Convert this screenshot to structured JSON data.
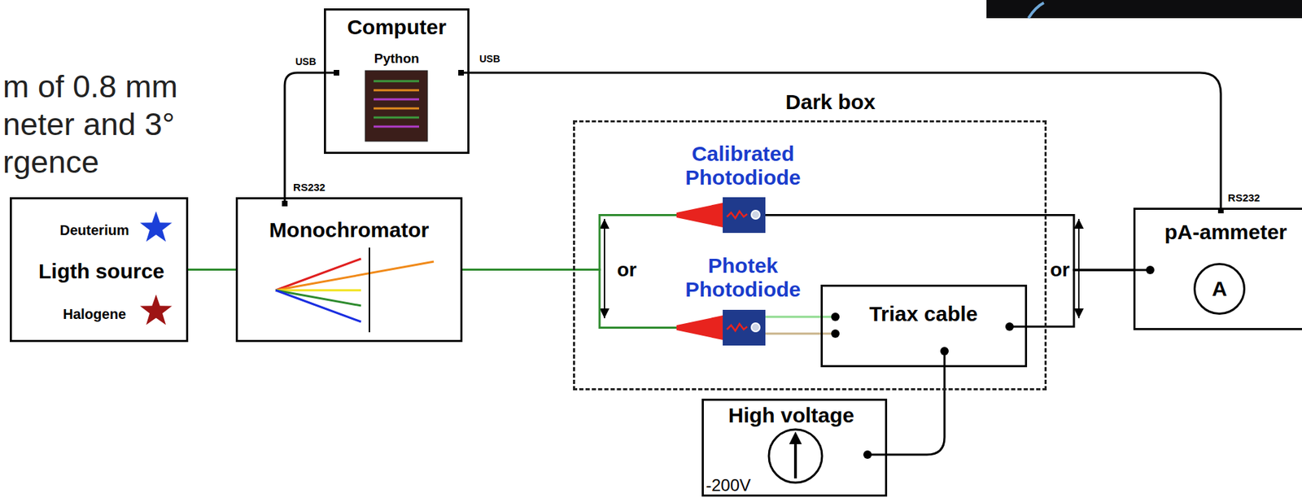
{
  "diagram": {
    "nodes": [
      {
        "text": [
          "Computer",
          "Python"
        ]
      },
      {
        "text": [
          "Deuterium",
          "Ligth source",
          "Halogene"
        ]
      },
      {
        "text": [
          "Monochromator"
        ]
      },
      {
        "text": [
          "Dark box"
        ]
      },
      {
        "text": [
          "Calibrated Photodiode"
        ],
        "in": 3
      },
      {
        "text": [
          "Photek Photodiode"
        ],
        "in": 3
      },
      {
        "text": [
          "Triax cable"
        ],
        "in": 3
      },
      {
        "text": [
          "pA-ammeter",
          "A"
        ]
      },
      {
        "text": [
          "High voltage",
          "-200V"
        ]
      }
    ],
    "edges": [
      {
        "from": 1,
        "to": 2,
        "arrow": "none"
      },
      {
        "from": 0,
        "to": 2,
        "arrow": "none"
      },
      {
        "from": 0,
        "to": 7,
        "arrow": "none"
      },
      {
        "from": 2,
        "to": 4,
        "arrow": "none"
      },
      {
        "from": 2,
        "to": 5,
        "arrow": "none"
      },
      {
        "from": 5,
        "to": 6,
        "arrow": "none"
      },
      {
        "from": 5,
        "to": 6,
        "arrow": "none"
      },
      {
        "from": 4,
        "to": 7,
        "arrow": "none"
      },
      {
        "from": 6,
        "to": 7,
        "arrow": "none"
      },
      {
        "from": 8,
        "to": 6,
        "arrow": "none"
      }
    ],
    "labels": [
      "m of 0.8 mm",
      "neter and 3°",
      "rgence",
      "USB",
      "USB",
      "RS232",
      "RS232",
      "or",
      "or"
    ]
  }
}
